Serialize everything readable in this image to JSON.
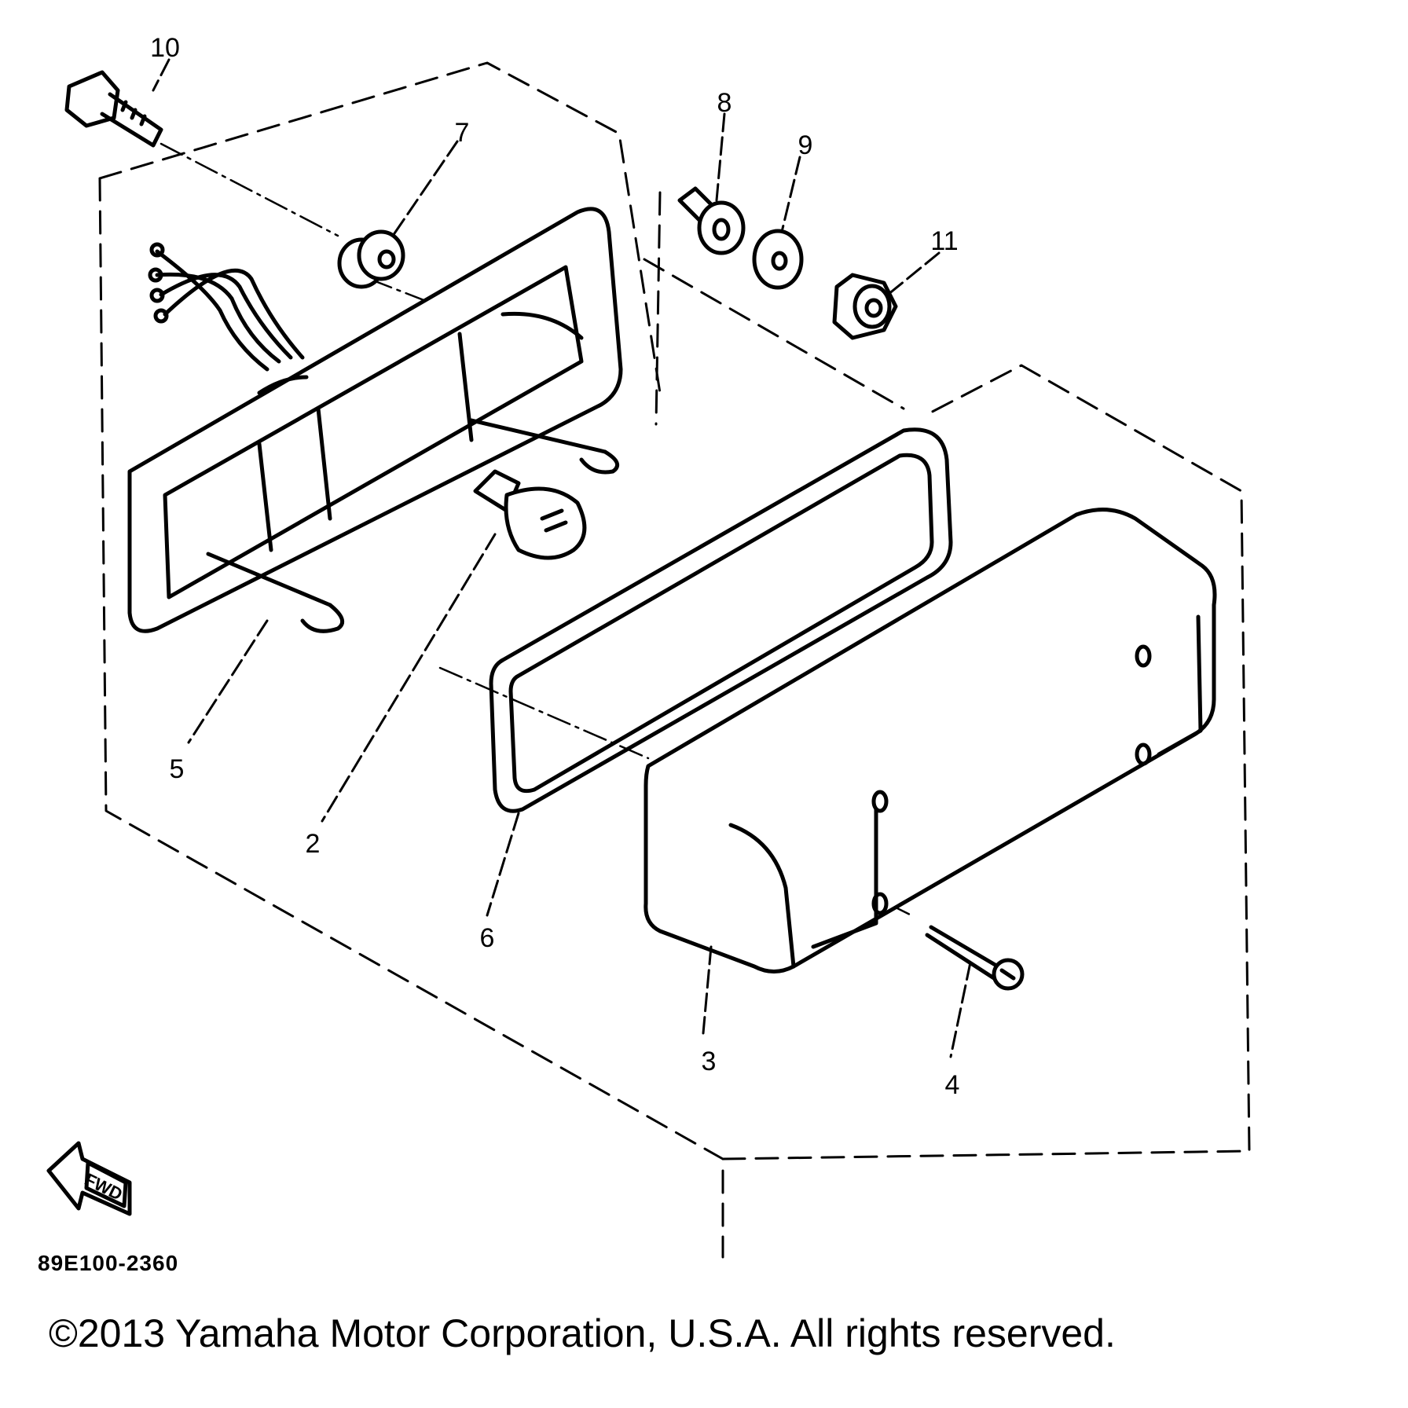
{
  "callouts": {
    "part_2": "2",
    "part_3": "3",
    "part_4": "4",
    "part_5": "5",
    "part_6": "6",
    "part_7": "7",
    "part_8": "8",
    "part_9": "9",
    "part_10": "10",
    "part_11": "11"
  },
  "fwd_label": "FWD",
  "diagram_code": "89E100-2360",
  "copyright": "©2013 Yamaha Motor Corporation, U.S.A. All rights reserved."
}
